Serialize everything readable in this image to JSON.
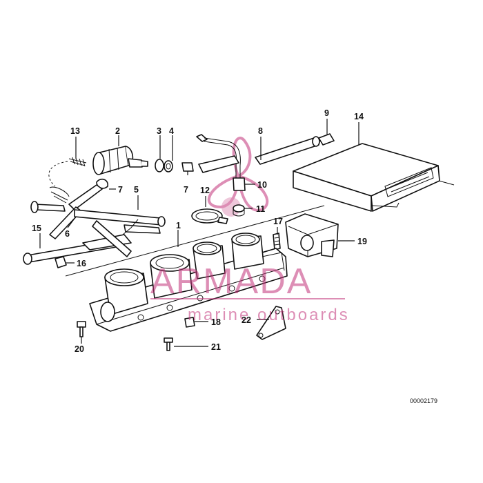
{
  "diagram": {
    "reference_code": "00002179",
    "callouts": {
      "p1": "1",
      "p2": "2",
      "p3": "3",
      "p4": "4",
      "p5": "5",
      "p6": "6",
      "p7a": "7",
      "p7b": "7",
      "p8": "8",
      "p9": "9",
      "p10": "10",
      "p11": "11",
      "p12": "12",
      "p13": "13",
      "p14": "14",
      "p15": "15",
      "p16": "16",
      "p17": "17",
      "p18": "18",
      "p19": "19",
      "p20": "20",
      "p21": "21",
      "p22": "22"
    }
  },
  "watermark": {
    "brand": "ARMADA",
    "tagline": "marine outboards",
    "color": "#c2327a"
  }
}
